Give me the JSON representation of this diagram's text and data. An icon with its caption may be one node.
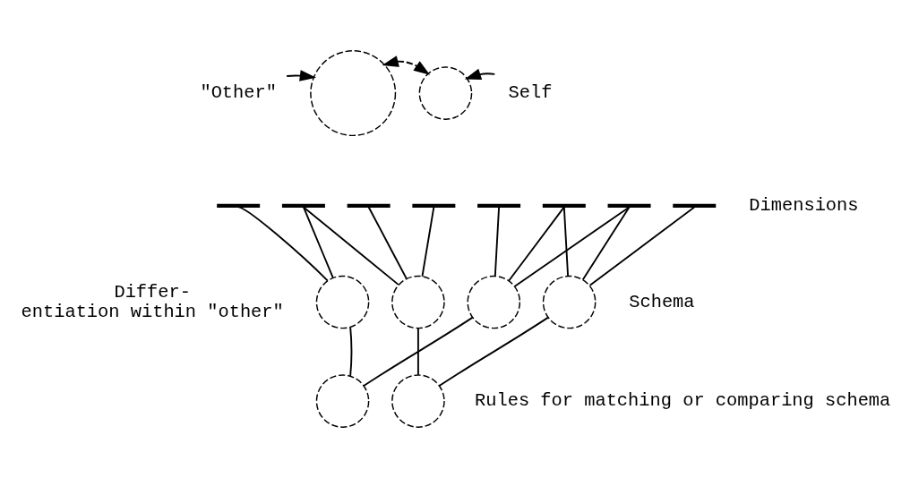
{
  "diagram": {
    "nodes": [
      {
        "text": [
          "\"Other\""
        ]
      },
      {
        "text": [],
        "shape": "circle"
      },
      {
        "text": [],
        "shape": "circle"
      },
      {
        "text": [
          "Self"
        ]
      },
      {
        "text": [],
        "shape": "bar"
      },
      {
        "text": [],
        "shape": "bar"
      },
      {
        "text": [],
        "shape": "bar"
      },
      {
        "text": [],
        "shape": "bar"
      },
      {
        "text": [],
        "shape": "bar"
      },
      {
        "text": [],
        "shape": "bar"
      },
      {
        "text": [],
        "shape": "bar"
      },
      {
        "text": [],
        "shape": "bar"
      },
      {
        "text": [],
        "shape": "circle"
      },
      {
        "text": [],
        "shape": "circle"
      },
      {
        "text": [],
        "shape": "circle"
      },
      {
        "text": [],
        "shape": "circle"
      },
      {
        "text": [],
        "shape": "circle"
      },
      {
        "text": [],
        "shape": "circle"
      }
    ],
    "edges": [
      {
        "from": 0,
        "to": 1,
        "arrow": "to"
      },
      {
        "from": 1,
        "to": 2,
        "arrow": "both",
        "style": "dashed"
      },
      {
        "from": 3,
        "to": 2,
        "arrow": "to"
      },
      {
        "from": 4,
        "to": 12,
        "arrow": "none"
      },
      {
        "from": 5,
        "to": 12,
        "arrow": "none"
      },
      {
        "from": 5,
        "to": 13,
        "arrow": "none"
      },
      {
        "from": 6,
        "to": 13,
        "arrow": "none"
      },
      {
        "from": 7,
        "to": 13,
        "arrow": "none"
      },
      {
        "from": 8,
        "to": 14,
        "arrow": "none"
      },
      {
        "from": 9,
        "to": 14,
        "arrow": "none"
      },
      {
        "from": 10,
        "to": 14,
        "arrow": "none"
      },
      {
        "from": 9,
        "to": 15,
        "arrow": "none"
      },
      {
        "from": 10,
        "to": 15,
        "arrow": "none"
      },
      {
        "from": 11,
        "to": 15,
        "arrow": "none"
      },
      {
        "from": 12,
        "to": 16,
        "arrow": "none"
      },
      {
        "from": 14,
        "to": 16,
        "arrow": "none"
      },
      {
        "from": 13,
        "to": 17,
        "arrow": "none"
      },
      {
        "from": 15,
        "to": 17,
        "arrow": "none"
      }
    ],
    "labels": [
      "Dimensions",
      "Differ- entiation within \"other\"",
      "Schema",
      "Rules for matching or comparing schema"
    ]
  }
}
